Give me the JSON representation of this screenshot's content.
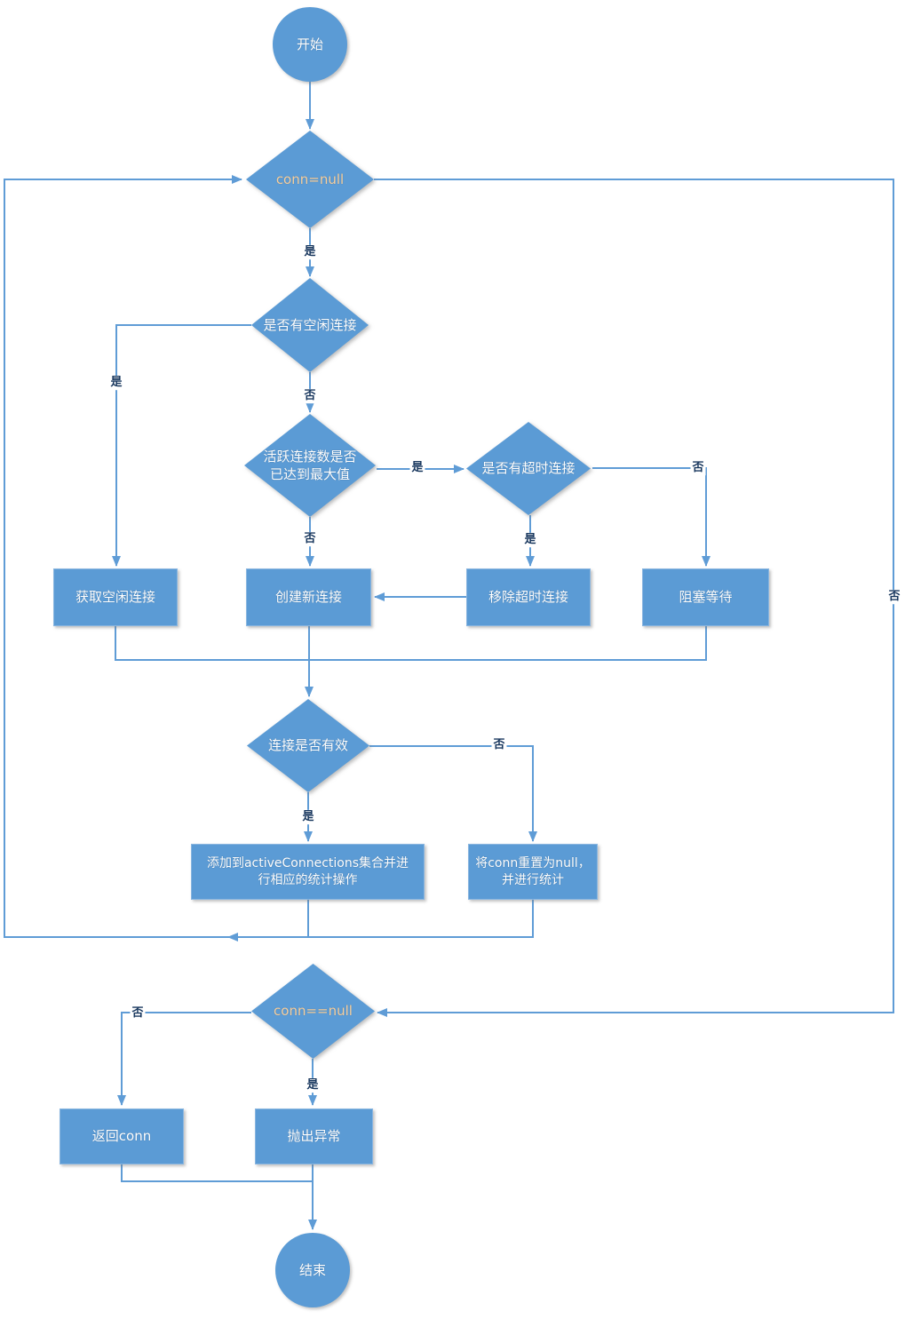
{
  "edge_labels": {
    "yes": "是",
    "no": "否"
  },
  "nodes": {
    "start": {
      "label": "开始"
    },
    "conn_null": {
      "label": "conn=null"
    },
    "has_idle": {
      "label": "是否有空闲连接"
    },
    "active_max": {
      "label": "活跃连接数是否已达到最大值"
    },
    "has_timeout": {
      "label": "是否有超时连接"
    },
    "get_idle": {
      "label": "获取空闲连接"
    },
    "create_new": {
      "label": "创建新连接"
    },
    "remove_timeout": {
      "label": "移除超时连接"
    },
    "block_wait": {
      "label": "阻塞等待"
    },
    "conn_valid": {
      "label": "连接是否有效"
    },
    "add_active": {
      "label": "添加到activeConnections集合并进行相应的统计操作"
    },
    "reset_conn": {
      "label": "将conn重置为null，并进行统计"
    },
    "conn_eq_null": {
      "label": "conn==null"
    },
    "return_conn": {
      "label": "返回conn"
    },
    "throw_ex": {
      "label": "抛出异常"
    },
    "end": {
      "label": "结束"
    }
  },
  "colors": {
    "shape_fill": "#5b9bd5",
    "connector": "#5f9cd6",
    "edge_label_text": "#17365d",
    "shape_text": "#ffffff",
    "latin_shape_text": "#f5cfa0"
  }
}
